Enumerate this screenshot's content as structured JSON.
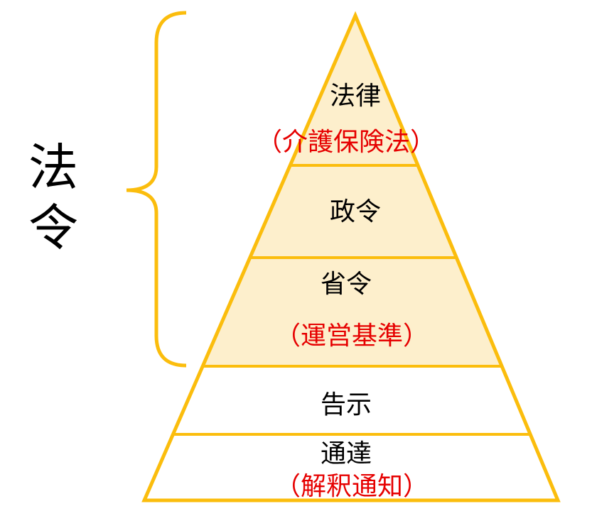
{
  "colors": {
    "fill": "#fdefcc",
    "stroke": "#fbbd0d",
    "red": "#e60000",
    "bracket": "#fbbd0d"
  },
  "bracket_label": [
    "法",
    "令"
  ],
  "levels": [
    {
      "label": "法律",
      "note": "（介護保険法）",
      "highlighted": true
    },
    {
      "label": "政令",
      "note": "",
      "highlighted": true
    },
    {
      "label": "省令",
      "note": "（運営基準）",
      "highlighted": true
    },
    {
      "label": "告示",
      "note": "",
      "highlighted": false
    },
    {
      "label": "通達",
      "note": "（解釈通知）",
      "highlighted": false
    }
  ]
}
